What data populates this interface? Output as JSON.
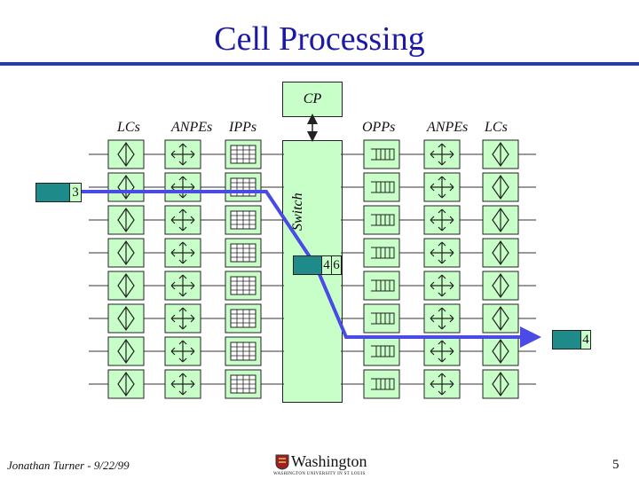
{
  "title": "Cell Processing",
  "labels": {
    "cp": "CP",
    "lcs_left": "LCs",
    "anpes_left": "ANPEs",
    "ipps": "IPPs",
    "opps": "OPPs",
    "anpes_right": "ANPEs",
    "lcs_right": "LCs",
    "switch": "Switch"
  },
  "cell_tags": {
    "input": "3",
    "switch_a": "4",
    "switch_b": "6",
    "output": "4"
  },
  "footer": {
    "author": "Jonathan Turner - 9/22/99",
    "logo_text": "Washington",
    "logo_subtitle": "WASHINGTON UNIVERSITY IN ST LOUIS",
    "page_number": "5"
  },
  "colors": {
    "title": "#1a1aa6",
    "box_fill": "#c8ffc8",
    "path": "#4a4ae6",
    "cell_tag": "#1f8a8a"
  },
  "row_count": 8
}
